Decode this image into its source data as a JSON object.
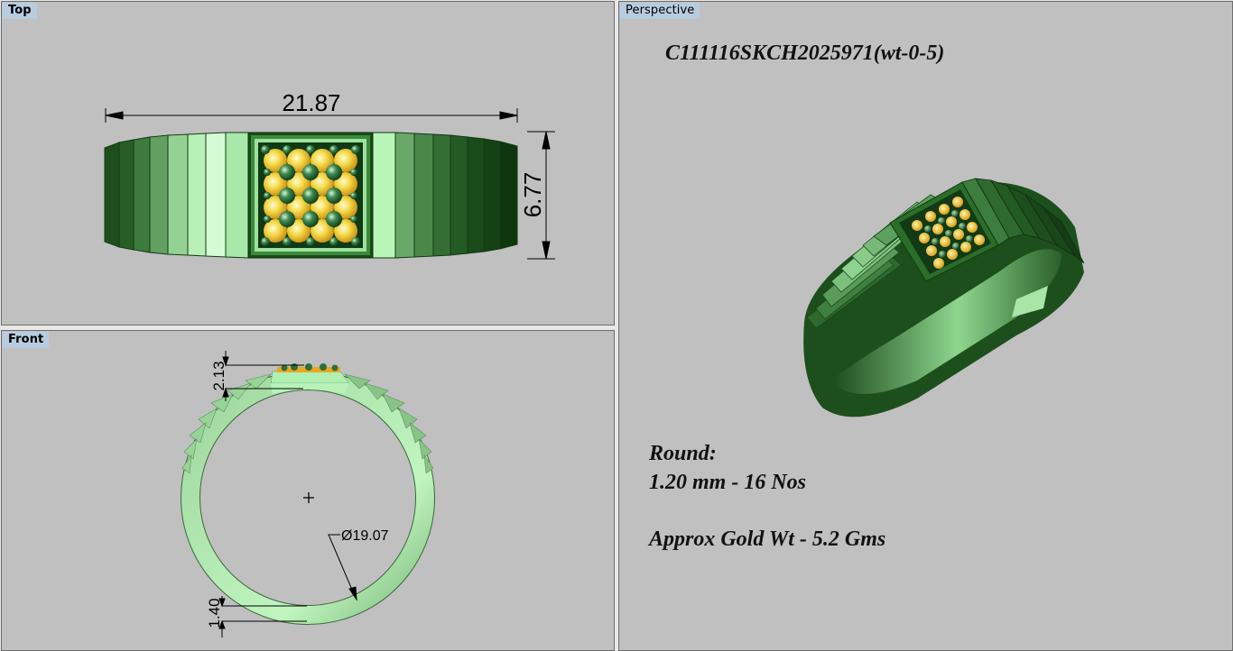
{
  "viewports": {
    "top": {
      "label": "Top",
      "dimensions": {
        "width": "21.87",
        "height": "6.77"
      }
    },
    "front": {
      "label": "Front",
      "dimensions": {
        "head_height": "2.13",
        "inner_diameter": "Ø19.07",
        "shank_thickness": "1.40"
      }
    },
    "perspective": {
      "label": "Perspective",
      "annotations": {
        "design_code": "C111116SKCH2025971(wt-0-5)",
        "stone_type": "Round:",
        "stone_spec": "1.20 mm - 16 Nos",
        "gold_weight": "Approx Gold Wt - 5.2 Gms"
      }
    }
  },
  "colors": {
    "viewport_bg": "#c0c0c0",
    "label_bg": "#b8cce0",
    "ring_dark": "#1e4d1e",
    "ring_light": "#ccf5cc",
    "stone_gold": "#f0c830",
    "stone_green": "#2e6e3e"
  }
}
